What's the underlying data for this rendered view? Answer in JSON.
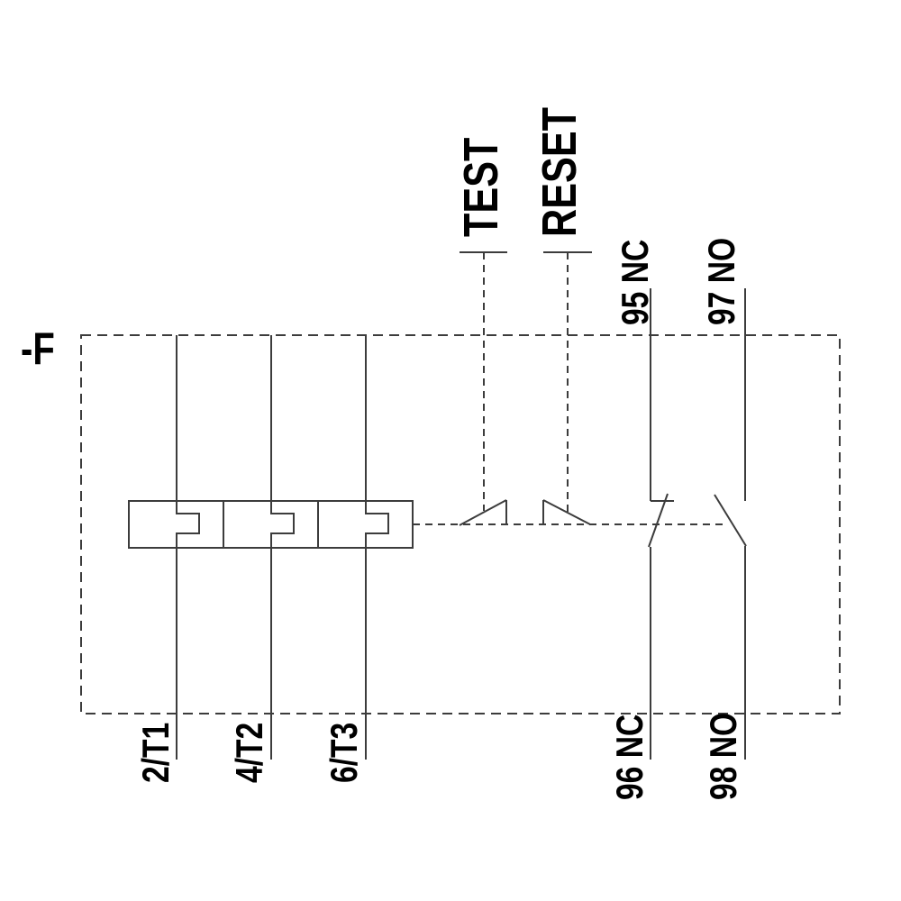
{
  "diagram": {
    "designation": "-F",
    "actuators": {
      "test": "TEST",
      "reset": "RESET"
    },
    "power_terminals_bottom": [
      "2/T1",
      "4/T2",
      "6/T3"
    ],
    "aux_terminals_top": [
      "95 NC",
      "97 NO"
    ],
    "aux_terminals_bottom": [
      "96 NC",
      "98 NO"
    ],
    "colors": {
      "line": "#3c3c3c",
      "text": "#000000",
      "background": "#ffffff"
    }
  }
}
